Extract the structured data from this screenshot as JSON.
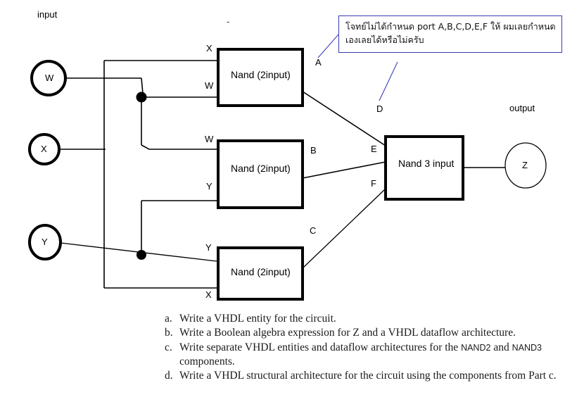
{
  "diagram": {
    "input_label": "input",
    "output_label": "output",
    "stray_mark": "-",
    "inputs": [
      {
        "name": "W",
        "label": "W"
      },
      {
        "name": "X",
        "label": "X"
      },
      {
        "name": "Y",
        "label": "Y"
      }
    ],
    "output": {
      "name": "Z",
      "label": "Z"
    },
    "gates": [
      {
        "id": "nand-2input-top",
        "label": "Nand (2input)",
        "ports": [
          "X",
          "W"
        ]
      },
      {
        "id": "nand-2input-middle",
        "label": "Nand (2input)",
        "ports": [
          "W",
          "Y"
        ]
      },
      {
        "id": "nand-2input-bottom",
        "label": "Nand (2input)",
        "ports": [
          "Y",
          "X"
        ]
      },
      {
        "id": "nand-3input",
        "label": "Nand 3 input",
        "ports": [
          "D",
          "E",
          "F"
        ]
      }
    ],
    "gate_port_labels": {
      "top_in1": "X",
      "top_in2": "W",
      "mid_in1": "W",
      "mid_in2": "Y",
      "bot_in1": "Y",
      "bot_in2": "X"
    },
    "net_labels": {
      "a": "A",
      "b": "B",
      "c": "C",
      "d": "D",
      "e": "E",
      "f": "F"
    },
    "colors": {
      "wire": "#000000",
      "note_border": "#3b3bb0",
      "note_pointer": "#4a4ac0",
      "text": "#000000"
    }
  },
  "note": {
    "lines": [
      "โจทย์ไม่ได้กำหนด port A,B,C,D,E,F ให้ ผมเลยกำหนด",
      "เองเลยได้หรือไม่ครับ"
    ]
  },
  "questions": {
    "items": [
      {
        "marker": "a.",
        "text": "Write a VHDL entity for the circuit."
      },
      {
        "marker": "b.",
        "text": "Write a Boolean algebra expression for Z and a VHDL dataflow architecture."
      },
      {
        "marker": "c.",
        "text_before": "Write separate VHDL entities and dataflow architectures for the ",
        "code1": "NAND2",
        "text_middle": " and ",
        "code2": "NAND3",
        "text_after": " components."
      },
      {
        "marker": "d.",
        "text": "Write a VHDL structural architecture for the circuit using the components from Part c."
      }
    ]
  }
}
